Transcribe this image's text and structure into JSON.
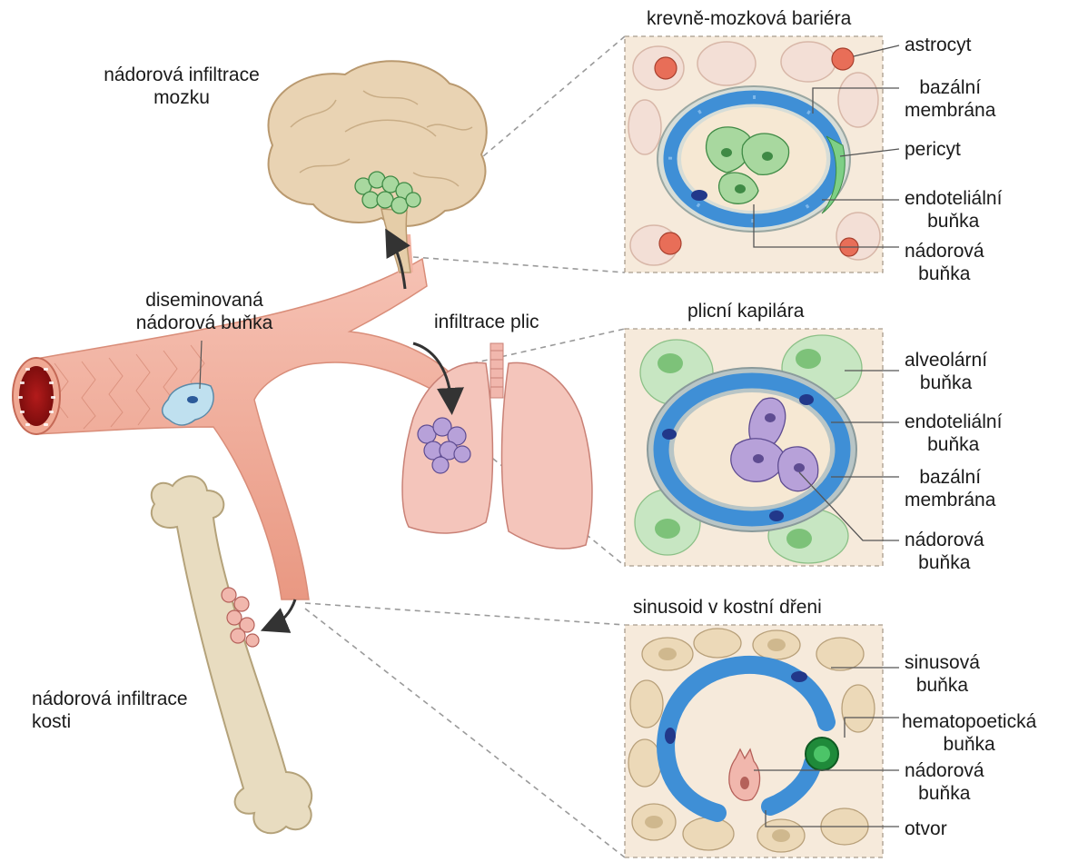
{
  "left_labels": {
    "brain_infiltration": [
      "nádorová infiltrace",
      "mozku"
    ],
    "disseminated_cell": [
      "diseminovaná",
      "nádorová buňka"
    ],
    "lung_infiltration": "infiltrace plic",
    "bone_infiltration": [
      "nádorová infiltrace",
      "kosti"
    ]
  },
  "panels": [
    {
      "title": "krevně-mozková bariéra",
      "labels": [
        [
          "astrocyt"
        ],
        [
          "bazální",
          "membrána"
        ],
        [
          "pericyt"
        ],
        [
          "endoteliální",
          "buňka"
        ],
        [
          "nádorová",
          "buňka"
        ]
      ]
    },
    {
      "title": "plicní kapilára",
      "labels": [
        [
          "alveolární",
          "buňka"
        ],
        [
          "endoteliální",
          "buňka"
        ],
        [
          "bazální",
          "membrána"
        ],
        [
          "nádorová",
          "buňka"
        ]
      ]
    },
    {
      "title": "sinusoid v kostní dřeni",
      "labels": [
        [
          "sinusová",
          "buňka"
        ],
        [
          "hematopoetická",
          "buňka"
        ],
        [
          "nádorová",
          "buňka"
        ],
        [
          "otvor"
        ]
      ]
    }
  ],
  "colors": {
    "vessel": "#f4b3a3",
    "vessel_dark": "#c9453a",
    "endothelium": "#3f8fd6",
    "tumor_green": "#9fd29a",
    "tumor_purple": "#b7a1d9",
    "tumor_pink": "#f1b7ad",
    "panel_bg": "#f6eadb",
    "bone": "#e8dcc0",
    "astrocyte": "#e86e58",
    "alveolar": "#b9dfb6"
  }
}
